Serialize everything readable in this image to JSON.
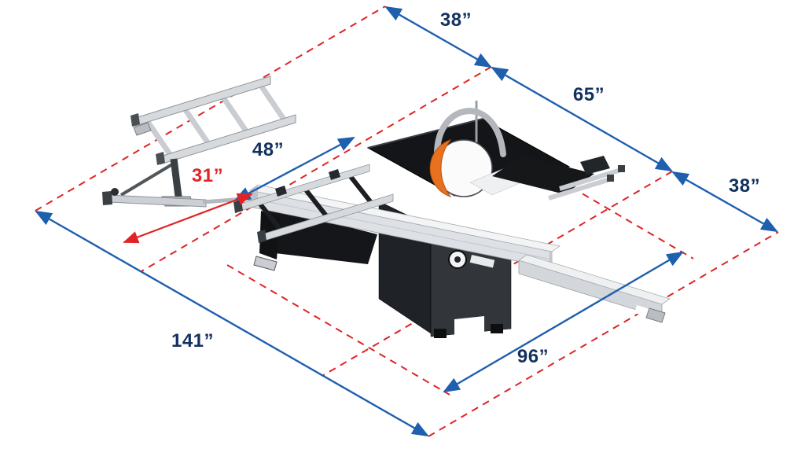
{
  "dimensions": {
    "top_width": {
      "label": "38”",
      "value": 38,
      "unit": "in"
    },
    "mid_depth": {
      "label": "65”",
      "value": 65,
      "unit": "in"
    },
    "right_width": {
      "label": "38”",
      "value": 38,
      "unit": "in"
    },
    "crosscut": {
      "label": "48”",
      "value": 48,
      "unit": "in"
    },
    "outrigger_offset": {
      "label": "31”",
      "value": 31,
      "unit": "in"
    },
    "overall_length": {
      "label": "141”",
      "value": 141,
      "unit": "in"
    },
    "rip_side_length": {
      "label": "96”",
      "value": 96,
      "unit": "in"
    }
  },
  "colors": {
    "dimension_line": "#1e5fae",
    "alert_dimension": "#e02424",
    "blade_guard_accent": "#e8711f",
    "label_navy": "#13315f"
  }
}
